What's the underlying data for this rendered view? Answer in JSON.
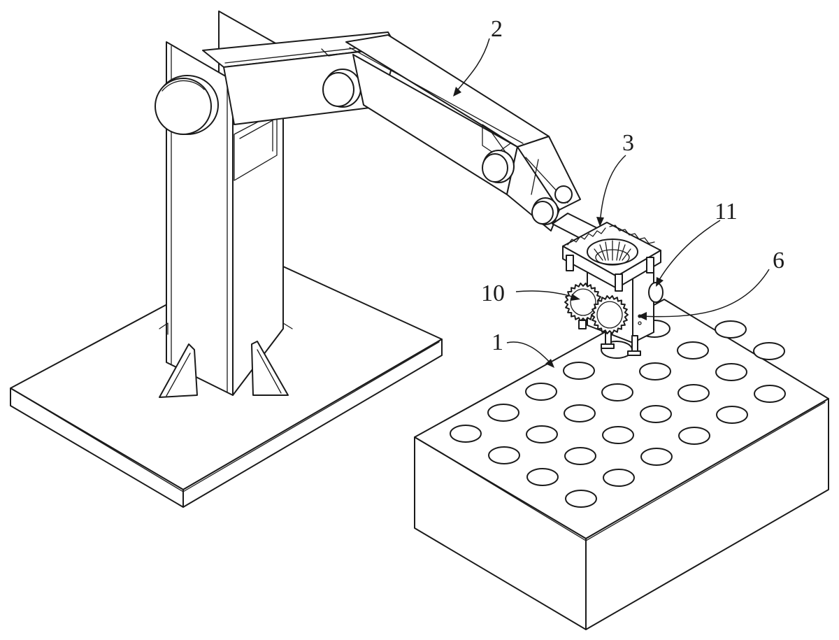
{
  "figure": {
    "background": "#ffffff",
    "line_color": "#1a1a1a"
  },
  "labels": [
    {
      "id": "label-1",
      "text": "1"
    },
    {
      "id": "label-2",
      "text": "2"
    },
    {
      "id": "label-3",
      "text": "3"
    },
    {
      "id": "label-6",
      "text": "6"
    },
    {
      "id": "label-10",
      "text": "10"
    },
    {
      "id": "label-11",
      "text": "11"
    }
  ],
  "parts": {
    "robot_base": "robot-base-plate",
    "robot_column": "robot-column",
    "upper_arm": "upper-arm",
    "forearm": "forearm",
    "gripper_head": "gripper-head",
    "gear_wheels": "gear-wheels",
    "workpiece_tray": "workpiece-tray"
  }
}
